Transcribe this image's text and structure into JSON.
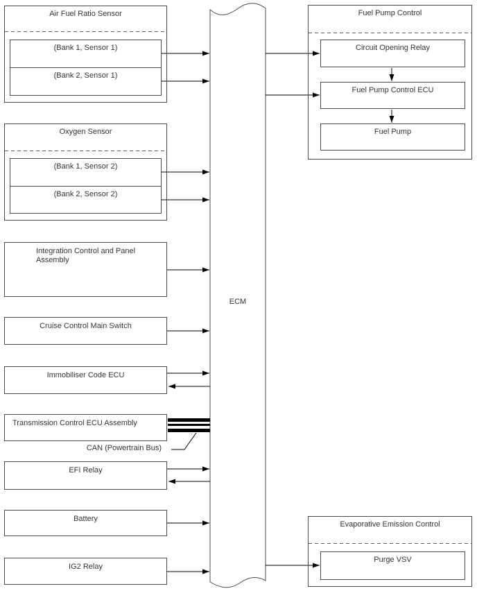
{
  "ecm": {
    "label": "ECM"
  },
  "left": {
    "afr": {
      "title": "Air Fuel Ratio Sensor",
      "bank1": "(Bank 1, Sensor 1)",
      "bank2": "(Bank 2, Sensor 1)"
    },
    "oxygen": {
      "title": "Oxygen Sensor",
      "bank1": "(Bank 1, Sensor 2)",
      "bank2": "(Bank 2, Sensor 2)"
    },
    "integration": {
      "line1": "Integration Control and Panel",
      "line2": "Assembly"
    },
    "cruise": {
      "label": "Cruise Control Main Switch"
    },
    "immobiliser": {
      "label": "Immobiliser Code ECU"
    },
    "transmission": {
      "label": "Transmission Control ECU Assembly"
    },
    "can": {
      "label": "CAN (Powertrain Bus)"
    },
    "efi": {
      "label": "EFI Relay"
    },
    "battery": {
      "label": "Battery"
    },
    "ig2": {
      "label": "IG2 Relay"
    }
  },
  "right": {
    "fuel_pump": {
      "title": "Fuel Pump Control",
      "relay": "Circuit Opening Relay",
      "ecu": "Fuel Pump Control ECU",
      "pump": "Fuel Pump"
    },
    "evap": {
      "title": "Evaporative Emission Control",
      "purge": "Purge VSV"
    }
  },
  "colors": {
    "border": "#4a4a4a",
    "text": "#333333",
    "arrow": "#000000",
    "background": "#ffffff"
  }
}
